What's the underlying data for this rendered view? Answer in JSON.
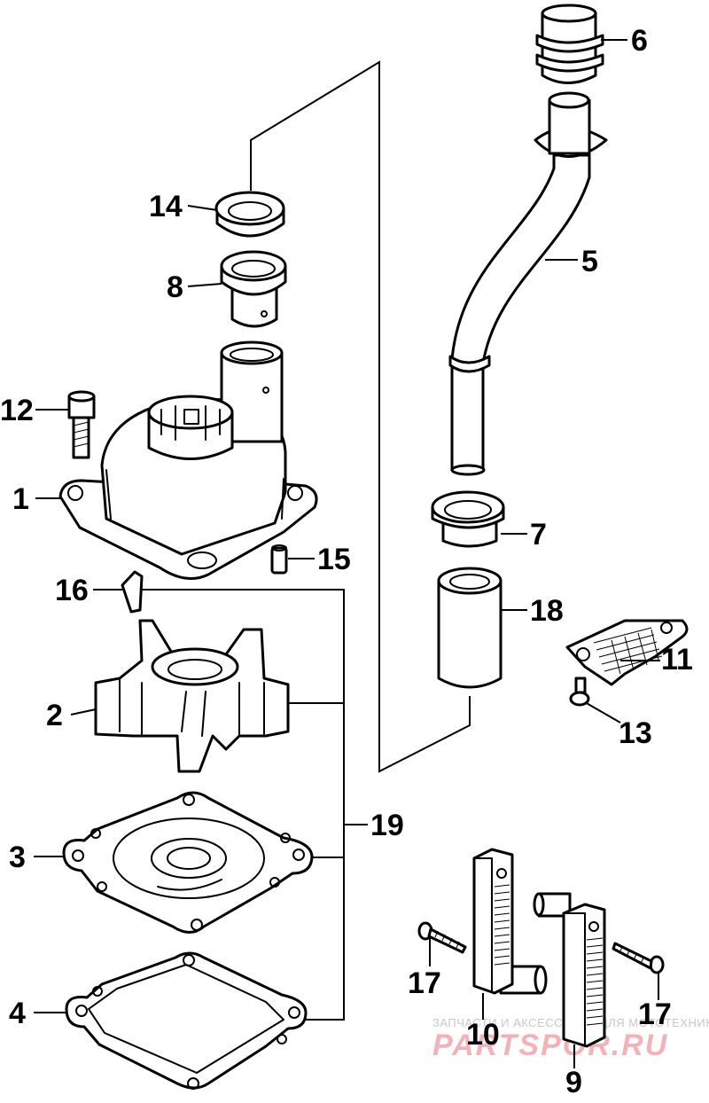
{
  "diagram": {
    "callouts": {
      "p1": "1",
      "p2": "2",
      "p3": "3",
      "p4": "4",
      "p5": "5",
      "p6": "6",
      "p7": "7",
      "p8": "8",
      "p9": "9",
      "p10": "10",
      "p11": "11",
      "p12": "12",
      "p13": "13",
      "p14": "14",
      "p15": "15",
      "p16": "16",
      "p17a": "17",
      "p17b": "17",
      "p18": "18",
      "p19": "19"
    }
  },
  "watermark": {
    "tagline": "ЗАПЧАСТИ И АКСЕССУАРЫ ДЛЯ МОТОТЕХНИКИ",
    "brand": "PARTSPOR.RU",
    "color": "#f2b2b8"
  },
  "colors": {
    "ink": "#000000",
    "paper": "#ffffff"
  }
}
